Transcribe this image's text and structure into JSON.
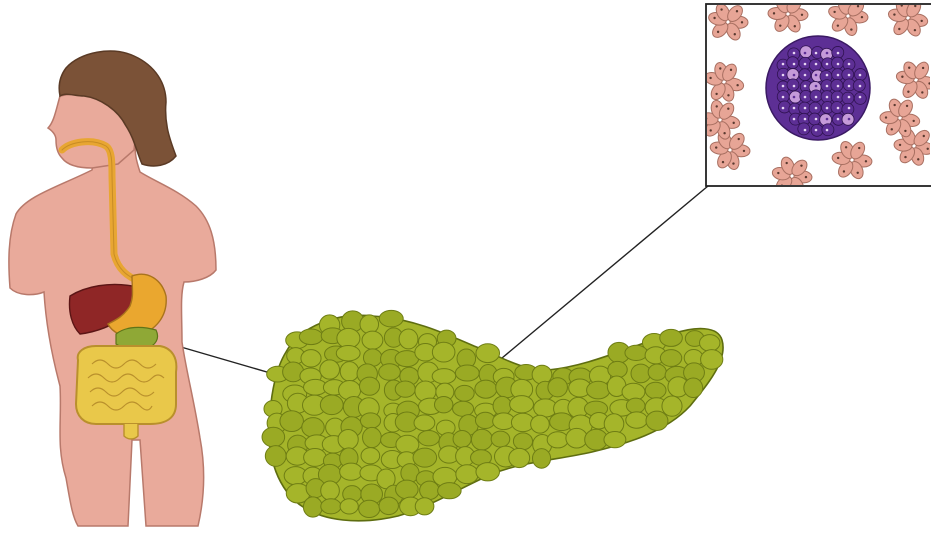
{
  "figure": {
    "parts": [
      {
        "id": "body",
        "name": "human-torso"
      },
      {
        "id": "pancreas",
        "name": "pancreas"
      },
      {
        "id": "islet",
        "name": "islet-of-langerhans"
      },
      {
        "id": "acini",
        "name": "acinar-cells"
      }
    ],
    "colors": {
      "skin": "#e9aa9b",
      "skin_stroke": "#b8796b",
      "hair": "#7b5237",
      "esophagus": "#e8a632",
      "liver": "#8f2626",
      "stomach": "#eaa72f",
      "pancreas_small": "#8fa836",
      "intestine": "#e9c84a",
      "intestine_outline": "#b9902c",
      "pancreas": "#a5b52a",
      "pancreas_dark": "#6e7d14",
      "acinar": "#e7a596",
      "acinar_stroke": "#a86f61",
      "islet_dark": "#5d2f95",
      "islet_light": "#c59ad9",
      "line": "#222222"
    }
  }
}
